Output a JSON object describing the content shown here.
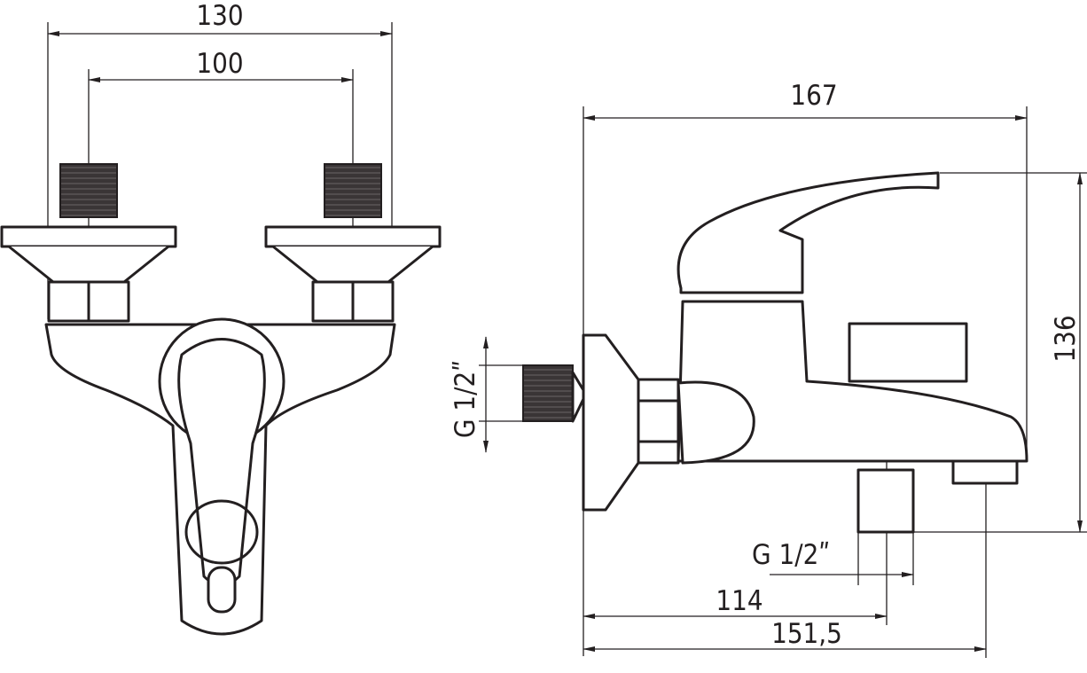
{
  "drawing": {
    "front_view": {
      "overall_width": "130",
      "inlet_spacing": "100"
    },
    "side_view": {
      "overall_depth": "167",
      "overall_height": "136",
      "inlet_thread": "G 1/2ʺ",
      "outlet_thread": "G 1/2ʺ",
      "outlet_offset": "114",
      "spout_offset": "151,5"
    }
  }
}
